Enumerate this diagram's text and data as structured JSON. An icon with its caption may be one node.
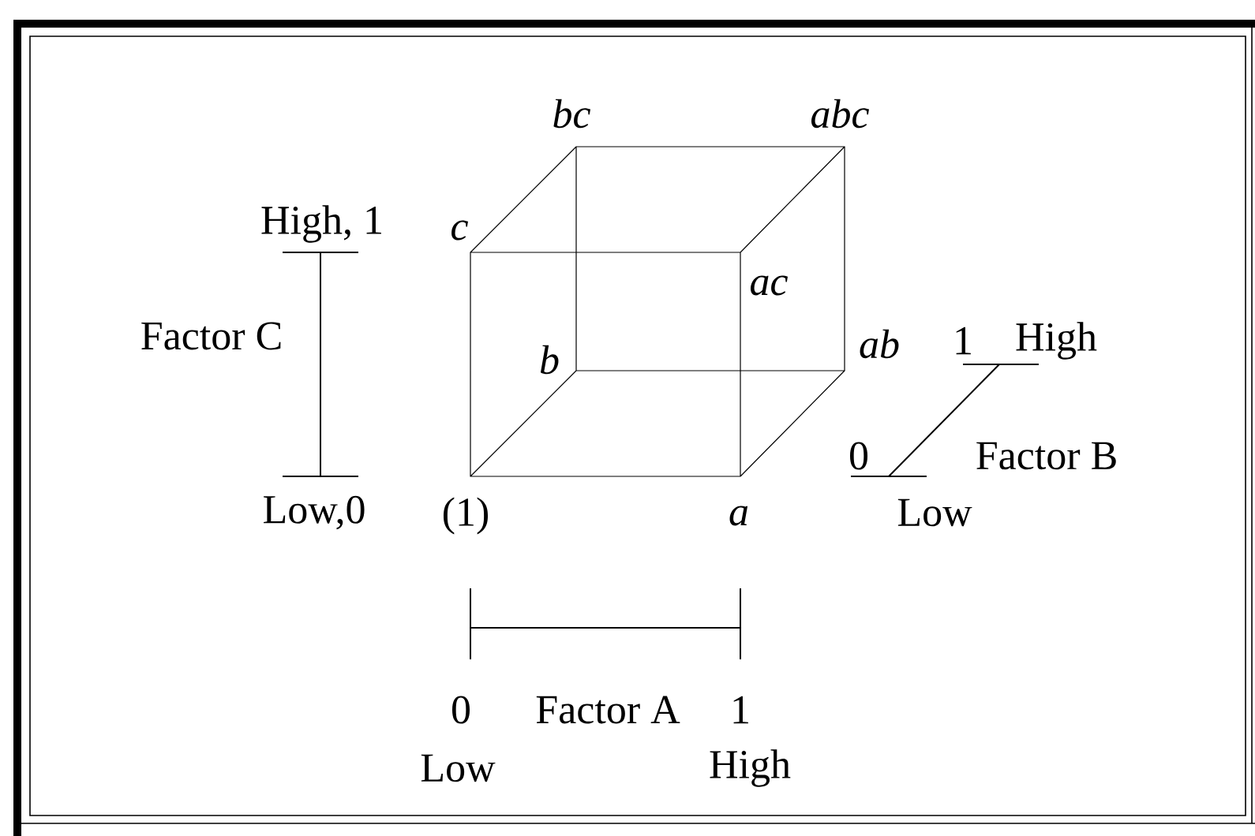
{
  "diagram": {
    "labels": [
      "bc",
      "abc",
      "High, 1",
      "c",
      "Factor C",
      "ac",
      "b",
      "ab",
      "1",
      "High",
      "0",
      "Factor B",
      "Low,0",
      "(1)",
      "a",
      "Low",
      "0",
      "Factor A",
      "1",
      "Low",
      "High"
    ]
  }
}
